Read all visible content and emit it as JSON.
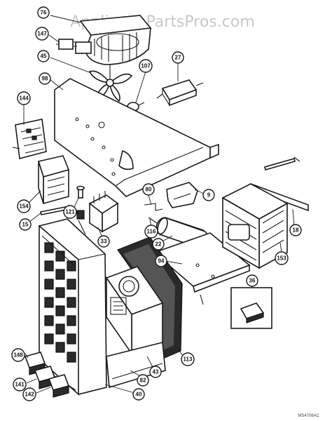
{
  "watermark": "AppliancePartsPros.com",
  "reference_code": "MS4706AC",
  "callouts": [
    {
      "id": "76",
      "name": "part-76"
    },
    {
      "id": "147",
      "name": "part-147"
    },
    {
      "id": "45",
      "name": "part-45"
    },
    {
      "id": "27",
      "name": "part-27"
    },
    {
      "id": "107",
      "name": "part-107"
    },
    {
      "id": "98",
      "name": "part-98"
    },
    {
      "id": "144",
      "name": "part-144"
    },
    {
      "id": "9",
      "name": "part-9"
    },
    {
      "id": "80",
      "name": "part-80"
    },
    {
      "id": "154",
      "name": "part-154"
    },
    {
      "id": "121",
      "name": "part-121"
    },
    {
      "id": "18",
      "name": "part-18"
    },
    {
      "id": "15",
      "name": "part-15"
    },
    {
      "id": "116",
      "name": "part-116"
    },
    {
      "id": "33",
      "name": "part-33"
    },
    {
      "id": "22",
      "name": "part-22"
    },
    {
      "id": "153",
      "name": "part-153"
    },
    {
      "id": "94",
      "name": "part-94"
    },
    {
      "id": "36",
      "name": "part-36"
    },
    {
      "id": "113",
      "name": "part-113"
    },
    {
      "id": "43",
      "name": "part-43"
    },
    {
      "id": "148",
      "name": "part-148"
    },
    {
      "id": "141",
      "name": "part-141"
    },
    {
      "id": "82",
      "name": "part-82"
    },
    {
      "id": "142",
      "name": "part-142"
    },
    {
      "id": "40",
      "name": "part-40"
    }
  ]
}
